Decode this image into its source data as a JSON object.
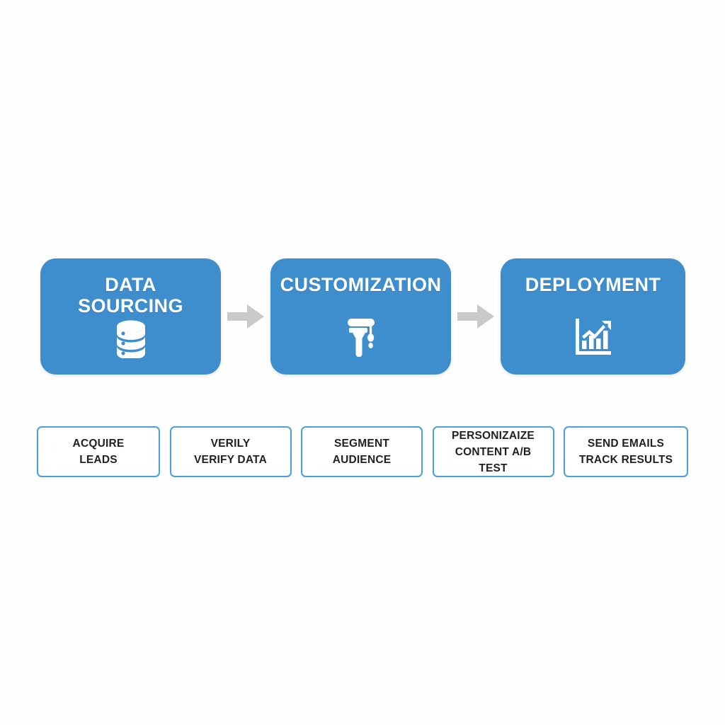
{
  "diagram": {
    "type": "process-flow",
    "background_color": "#fefefe",
    "accent_color": "#3e8dcc",
    "card_border_color": "#4a9fdc",
    "arrow_color": "#c9c9c9",
    "stage_title_color": "#ffffff",
    "task_label_color": "#231f20"
  },
  "stages": [
    {
      "title": "DATA\nSOURCING",
      "icon": "database-icon"
    },
    {
      "title": "CUSTOMIZATION",
      "icon": "paint-roller-icon"
    },
    {
      "title": "DEPLOYMENT",
      "icon": "bar-chart-growth-icon"
    }
  ],
  "connectors": [
    {
      "icon": "arrow-right-icon"
    },
    {
      "icon": "arrow-right-icon"
    }
  ],
  "tasks": [
    {
      "label": "ACQUIRE\nLEADS"
    },
    {
      "label": "VERILY\nVERIFY DATA"
    },
    {
      "label": "SEGMENT\nAUDIENCE"
    },
    {
      "label": "PERSONIZAIZE\nCONTENT A/B TEST"
    },
    {
      "label": "SEND EMAILS\nTRACK RESULTS"
    }
  ]
}
